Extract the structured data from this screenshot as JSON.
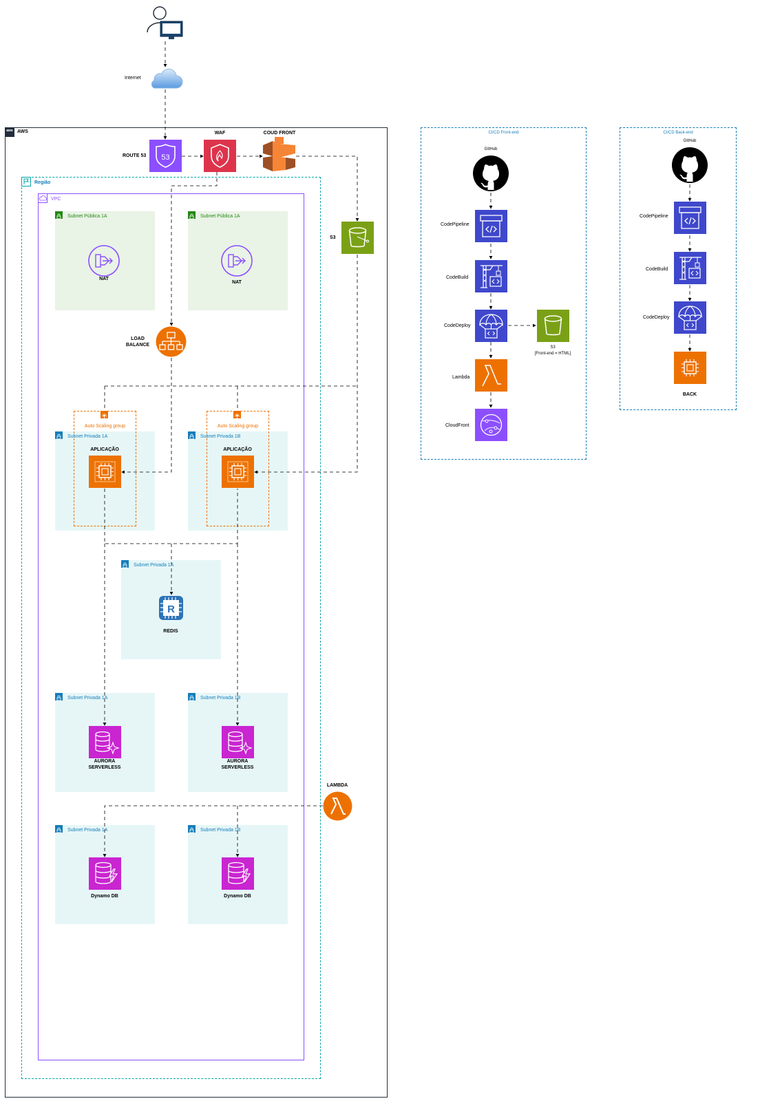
{
  "top": {
    "internet_label": "Internet"
  },
  "aws": {
    "label": "AWS",
    "route53_label": "ROUTE 53",
    "waf_label": "WAF",
    "cloudfront_label": "COUD FRONT",
    "s3_label": "S3",
    "region_label": "Região",
    "vpc_label": "VPC",
    "lambda_label": "LAMBDA",
    "load_balance_label_1": "LOAD",
    "load_balance_label_2": "BALANCE",
    "public_subnets": [
      {
        "label": "Subnet Pública 1A",
        "icon_label": "NAT"
      },
      {
        "label": "Subnet Pública 1A",
        "icon_label": "NAT"
      }
    ],
    "asg": [
      {
        "label": "Auto Scaling group"
      },
      {
        "label": "Auto Scaling group"
      }
    ],
    "app_subnets": [
      {
        "label": "Subnet Privada 1A",
        "icon_label": "APLICAÇÃO"
      },
      {
        "label": "Subnet Privada 1B",
        "icon_label": "APLICAÇÃO"
      }
    ],
    "redis_subnet": {
      "label": "Subnet Privada 1A",
      "icon_label": "REDIS"
    },
    "aurora_subnets": [
      {
        "label": "Subnet Privada 1A",
        "icon_label_1": "AURORA",
        "icon_label_2": "SERVERLESS"
      },
      {
        "label": "Subnet Privada 1B",
        "icon_label_1": "AURORA",
        "icon_label_2": "SERVERLESS"
      }
    ],
    "dynamo_subnets": [
      {
        "label": "Subnet Privada 1A",
        "icon_label": "Dynamo DB"
      },
      {
        "label": "Subnet Privada 1B",
        "icon_label": "Dynamo DB"
      }
    ]
  },
  "cicd_front": {
    "title": "CI/CD Front-end",
    "github": "GitHub",
    "steps": [
      "CodePipeline",
      "CodeBuild",
      "CodeDeploy",
      "Lambda",
      "CloudFront"
    ],
    "s3_label_1": "S3",
    "s3_label_2": "[Front-end = HTML]"
  },
  "cicd_back": {
    "title": "CI/CD Back-end",
    "github": "GitHub",
    "steps": [
      "CodePipeline",
      "CodeBuild",
      "CodeDeploy"
    ],
    "back_label": "BACK"
  },
  "colors": {
    "purple": "#8C4FFF",
    "red": "#DD344C",
    "orange": "#ED7100",
    "green": "#7AA116",
    "blue_dev": "#3F48CC",
    "magenta_db": "#C925D1",
    "redis_blue": "#2E73B8",
    "public_subnet_bg": "#E9F3E6",
    "private_subnet_bg": "#E6F6F7",
    "subnet_green": "#248814",
    "subnet_blue": "#147EBA",
    "vpc_border": "#8C4FFF",
    "region_border": "#00A4A6",
    "cicd_border": "#147EBA"
  }
}
